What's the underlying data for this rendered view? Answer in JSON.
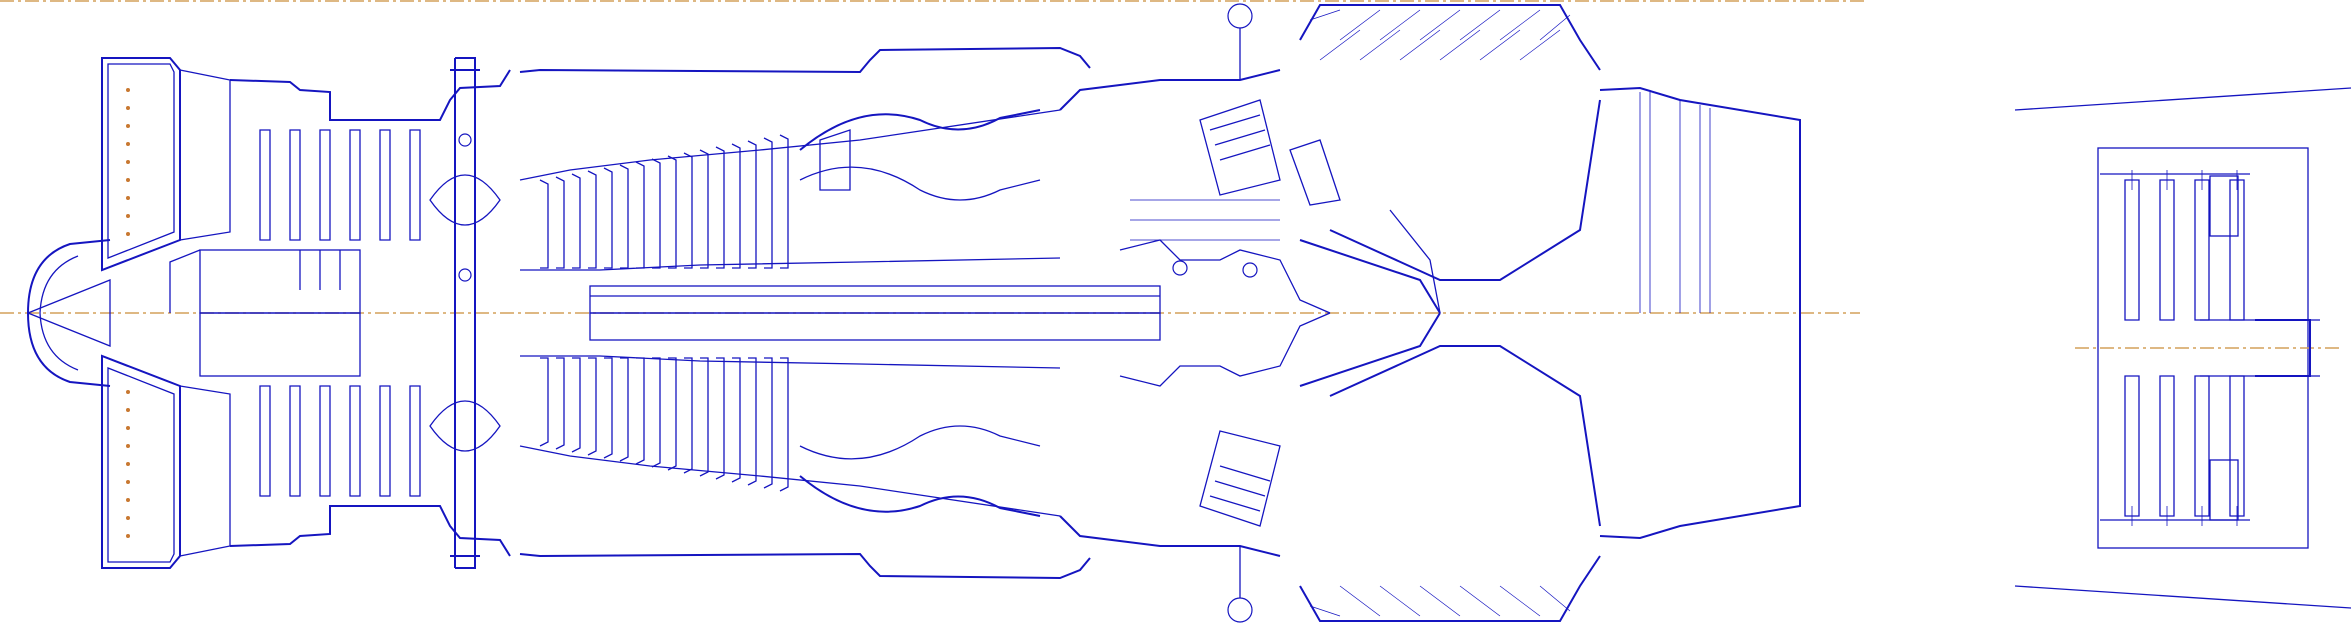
{
  "colors": {
    "line": "#1515c0",
    "axis": "#d4a05a",
    "accent": "#c87830",
    "background": "#ffffff"
  },
  "drawing": {
    "type": "engine-cross-section",
    "views": [
      "main-engine-section",
      "detail-turbine-section"
    ],
    "text": []
  }
}
